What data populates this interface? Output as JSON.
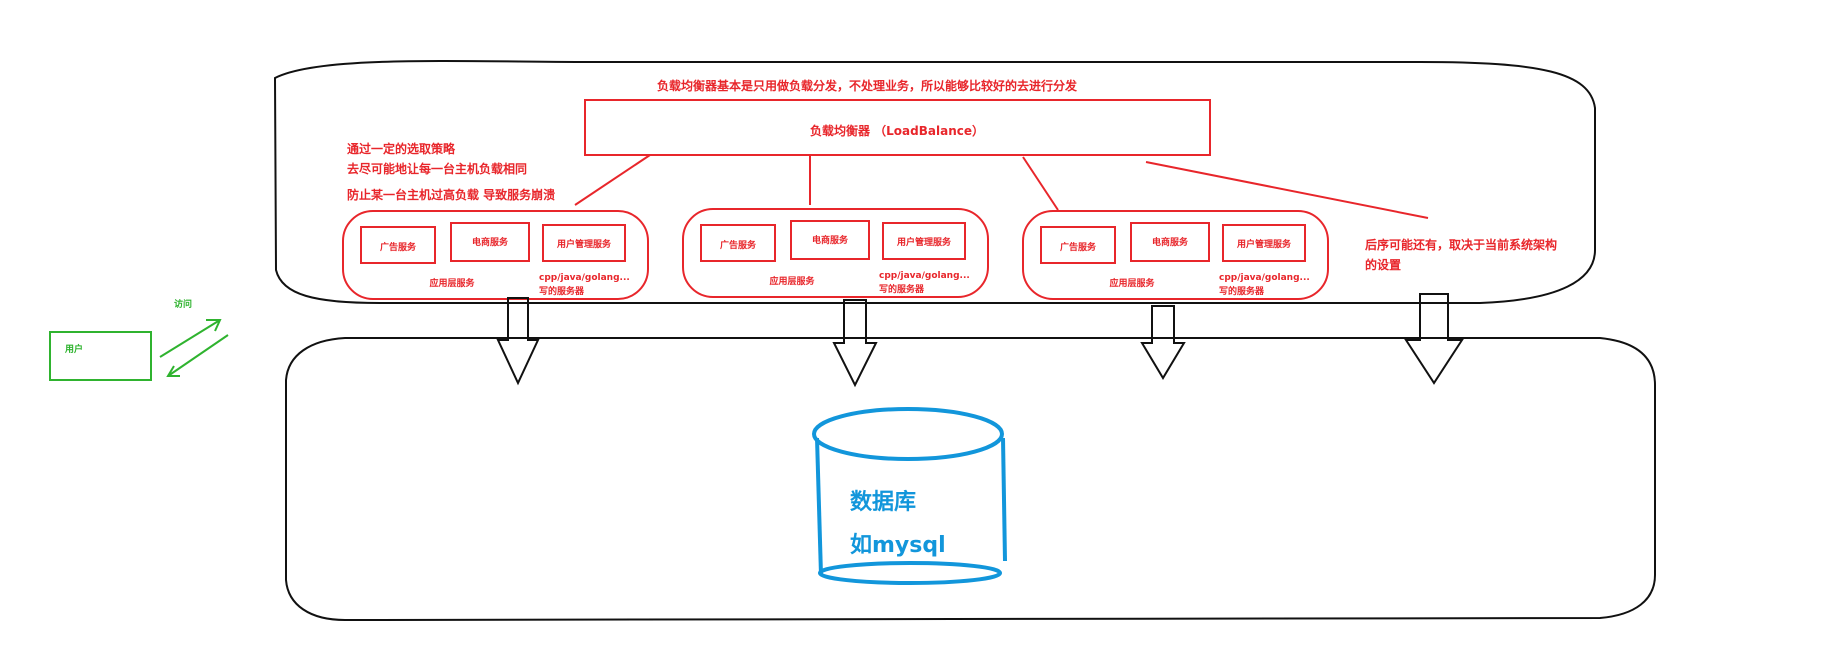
{
  "colors": {
    "line": "#111111",
    "accent": "#e8262b",
    "user": "#2fb32f",
    "database": "#1296db"
  },
  "load_balancer": {
    "label": "负载均衡器 （LoadBalance）",
    "note": "负载均衡器基本是只用做负载分发，不处理业务，所以能够比较好的去进行分发"
  },
  "strategy_note": {
    "line1": "通过一定的选取策略",
    "line2": "去尽可能地让每一台主机负载相同",
    "line3": "防止某一台主机过高负载 导致服务崩溃"
  },
  "future_note": {
    "line1": "后序可能还有，取决于当前系统架构",
    "line2": "的设置"
  },
  "server_group": {
    "services": [
      "广告服务",
      "电商服务",
      "用户管理服务"
    ],
    "app_layer_label": "应用层服务",
    "lang_line1": "cpp/java/golang...",
    "lang_line2": "写的服务器"
  },
  "user": {
    "label": "用户",
    "access_label": "访问"
  },
  "database": {
    "line1": "数据库",
    "line2": "如mysql"
  }
}
